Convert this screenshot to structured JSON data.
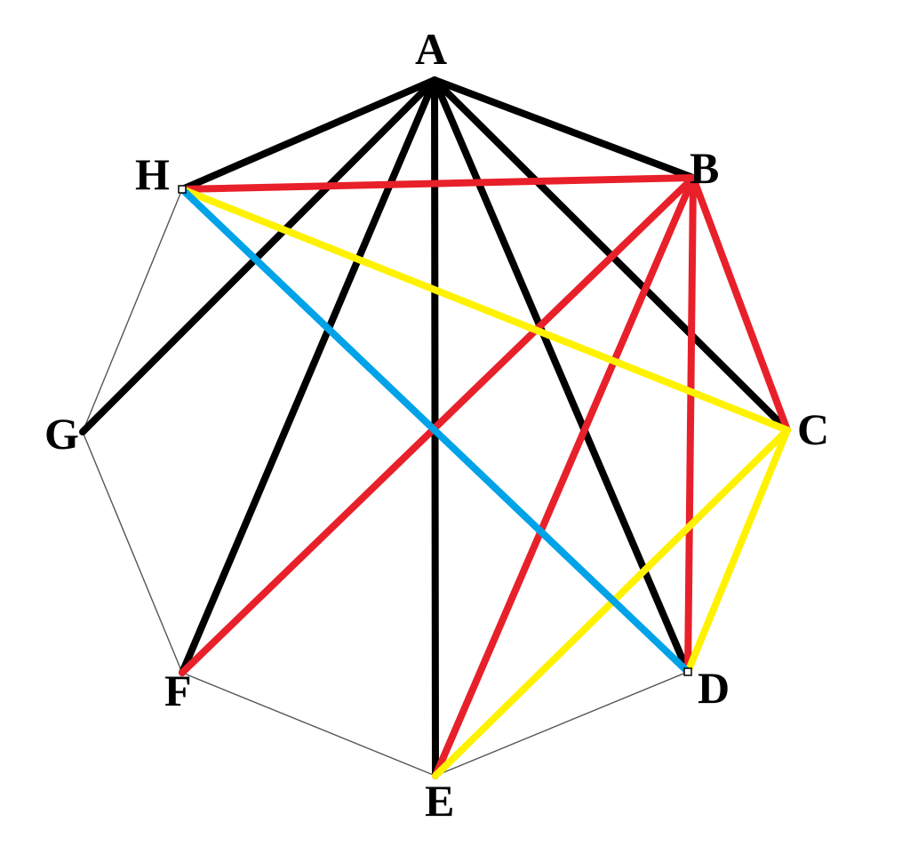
{
  "vertices": [
    {
      "id": "A",
      "label": "A"
    },
    {
      "id": "B",
      "label": "B"
    },
    {
      "id": "C",
      "label": "C"
    },
    {
      "id": "D",
      "label": "D"
    },
    {
      "id": "E",
      "label": "E"
    },
    {
      "id": "F",
      "label": "F"
    },
    {
      "id": "G",
      "label": "G"
    },
    {
      "id": "H",
      "label": "H"
    }
  ],
  "colors": {
    "black": "#000000",
    "red": "#e8202a",
    "yellow": "#fff200",
    "blue": "#00a2e8",
    "outline": "#555555"
  },
  "edges": [
    {
      "from": "D",
      "to": "E",
      "color": "outline",
      "style": "thin"
    },
    {
      "from": "E",
      "to": "F",
      "color": "outline",
      "style": "thin"
    },
    {
      "from": "F",
      "to": "G",
      "color": "outline",
      "style": "thin"
    },
    {
      "from": "G",
      "to": "H",
      "color": "outline",
      "style": "thin"
    },
    {
      "from": "A",
      "to": "H",
      "color": "black",
      "style": "thick"
    },
    {
      "from": "A",
      "to": "G",
      "color": "black",
      "style": "thick"
    },
    {
      "from": "A",
      "to": "F",
      "color": "black",
      "style": "thick"
    },
    {
      "from": "A",
      "to": "E",
      "color": "black",
      "style": "thick"
    },
    {
      "from": "A",
      "to": "D",
      "color": "black",
      "style": "thick"
    },
    {
      "from": "A",
      "to": "C",
      "color": "black",
      "style": "thick"
    },
    {
      "from": "A",
      "to": "B",
      "color": "black",
      "style": "thick"
    },
    {
      "from": "H",
      "to": "B",
      "color": "red",
      "style": "thick"
    },
    {
      "from": "B",
      "to": "F",
      "color": "red",
      "style": "thick"
    },
    {
      "from": "B",
      "to": "E",
      "color": "red",
      "style": "thick"
    },
    {
      "from": "B",
      "to": "D",
      "color": "red",
      "style": "thick"
    },
    {
      "from": "B",
      "to": "C",
      "color": "red",
      "style": "thick"
    },
    {
      "from": "H",
      "to": "C",
      "color": "yellow",
      "style": "thick"
    },
    {
      "from": "C",
      "to": "E",
      "color": "yellow",
      "style": "thick"
    },
    {
      "from": "C",
      "to": "D",
      "color": "yellow",
      "style": "thick"
    },
    {
      "from": "H",
      "to": "D",
      "color": "blue",
      "style": "thick"
    }
  ]
}
